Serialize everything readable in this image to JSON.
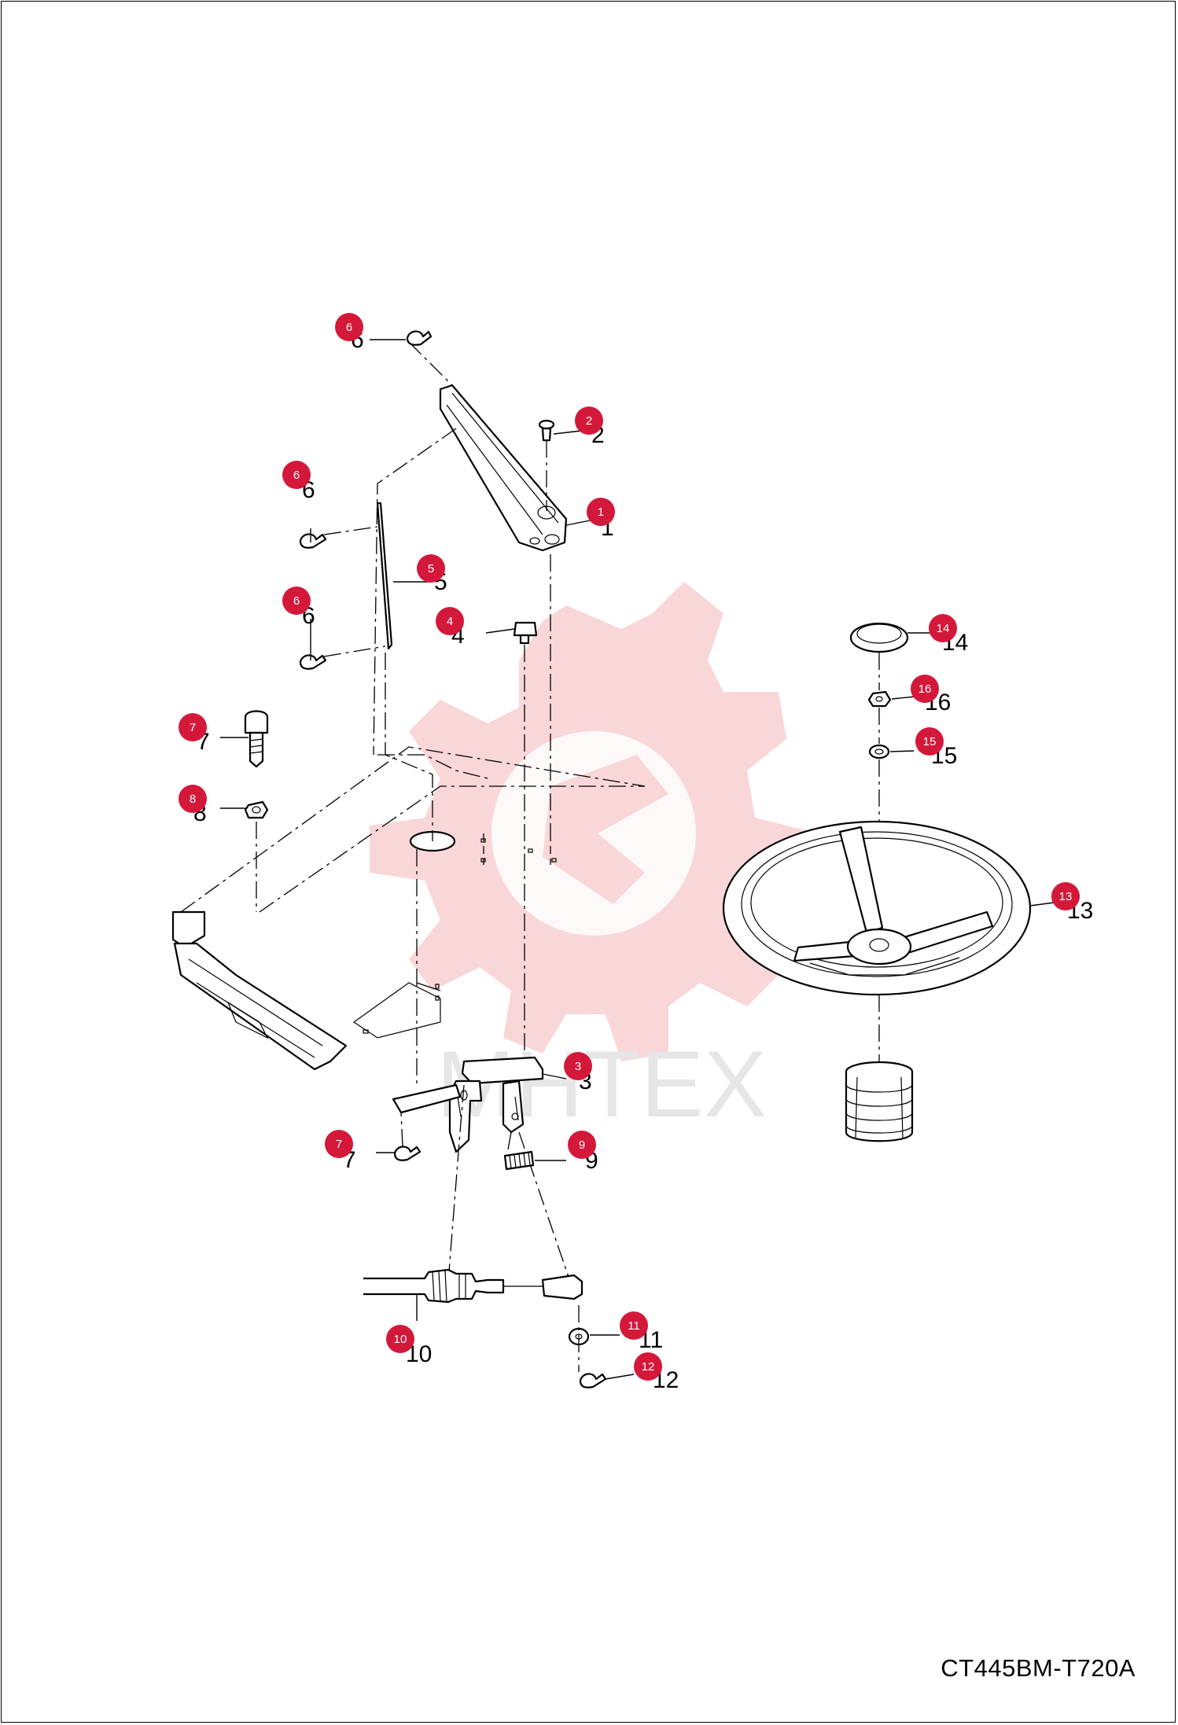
{
  "document_code": "CT445BM-T720A",
  "watermark": {
    "text": "MHTEX",
    "color": "#f7c9cc"
  },
  "badge_color": "#d4183a",
  "callouts": [
    {
      "id": "c6a",
      "badge": "6",
      "label": "6"
    },
    {
      "id": "c2",
      "badge": "2",
      "label": "2"
    },
    {
      "id": "c1",
      "badge": "1",
      "label": "1"
    },
    {
      "id": "c6b",
      "badge": "6",
      "label": "6"
    },
    {
      "id": "c5",
      "badge": "5",
      "label": "5"
    },
    {
      "id": "c6c",
      "badge": "6",
      "label": "6"
    },
    {
      "id": "c4",
      "badge": "4",
      "label": "4"
    },
    {
      "id": "c14",
      "badge": "14",
      "label": "14"
    },
    {
      "id": "c16",
      "badge": "16",
      "label": "16"
    },
    {
      "id": "c15",
      "badge": "15",
      "label": "15"
    },
    {
      "id": "c7a",
      "badge": "7",
      "label": "7"
    },
    {
      "id": "c8",
      "badge": "8",
      "label": "8"
    },
    {
      "id": "c13",
      "badge": "13",
      "label": "13"
    },
    {
      "id": "c3",
      "badge": "3",
      "label": "3"
    },
    {
      "id": "c7b",
      "badge": "7",
      "label": "7"
    },
    {
      "id": "c9",
      "badge": "9",
      "label": "9"
    },
    {
      "id": "c10",
      "badge": "10",
      "label": "10"
    },
    {
      "id": "c11",
      "badge": "11",
      "label": "11"
    },
    {
      "id": "c12",
      "badge": "12",
      "label": "12"
    }
  ]
}
